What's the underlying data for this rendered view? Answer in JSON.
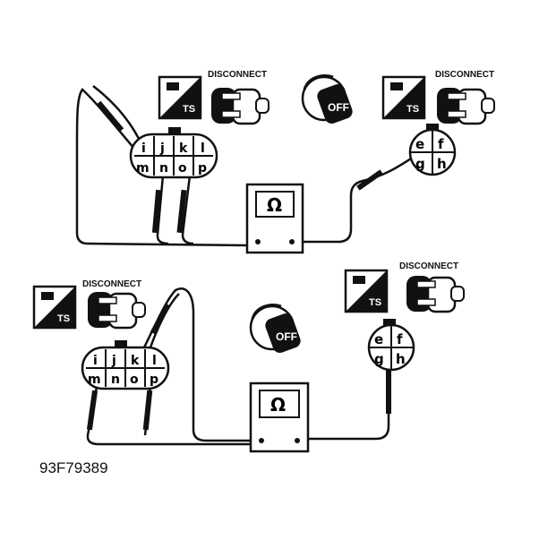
{
  "figure_id": "93F79389",
  "panels": [
    {
      "left_component": {
        "tag": "TS",
        "action_label": "DISCONNECT"
      },
      "right_component": {
        "tag": "TS",
        "action_label": "DISCONNECT"
      },
      "ignition_label": "OFF",
      "meter_symbol": "Ω",
      "connector_a_pins": [
        "i",
        "j",
        "k",
        "l",
        "m",
        "n",
        "o",
        "p"
      ],
      "connector_b_pins": [
        "e",
        "f",
        "g",
        "h"
      ]
    },
    {
      "left_component": {
        "tag": "TS",
        "action_label": "DISCONNECT"
      },
      "right_component": {
        "tag": "TS",
        "action_label": "DISCONNECT"
      },
      "ignition_label": "OFF",
      "meter_symbol": "Ω",
      "connector_a_pins": [
        "i",
        "j",
        "k",
        "l",
        "m",
        "n",
        "o",
        "p"
      ],
      "connector_b_pins": [
        "e",
        "f",
        "g",
        "h"
      ]
    }
  ],
  "colors": {
    "ink": "#111111",
    "paper": "#ffffff"
  }
}
